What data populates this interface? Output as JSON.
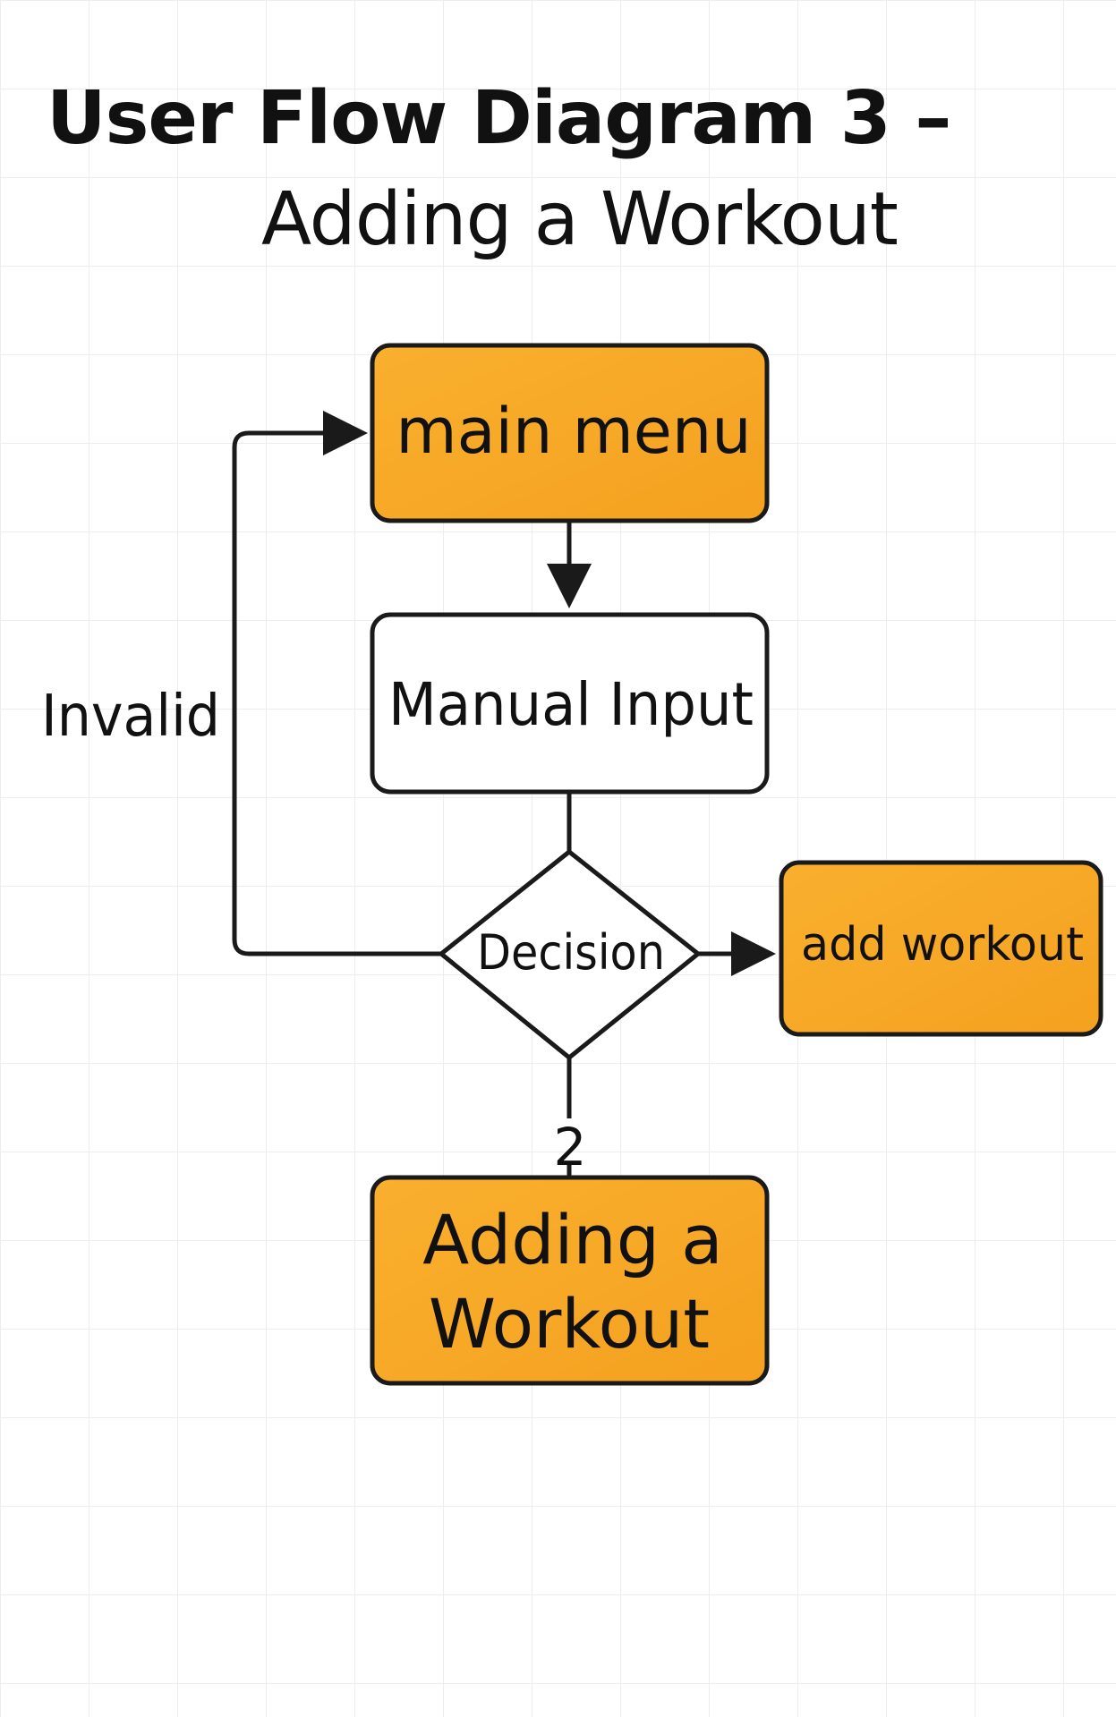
{
  "title": {
    "line1": "User Flow Diagram 3 –",
    "line2": "Adding a Workout"
  },
  "nodes": {
    "main_menu": "main menu",
    "manual_input": "Manual Input",
    "decision": "Decision",
    "add_workout": "add workout",
    "adding_workout_line1": "Adding a",
    "adding_workout_line2": "Workout"
  },
  "edge_labels": {
    "invalid": "Invalid",
    "two": "2"
  },
  "colors": {
    "accent_fill": "#f7a928",
    "stroke": "#1a1a1a",
    "plain_fill": "#ffffff",
    "grid": "#ededed"
  }
}
